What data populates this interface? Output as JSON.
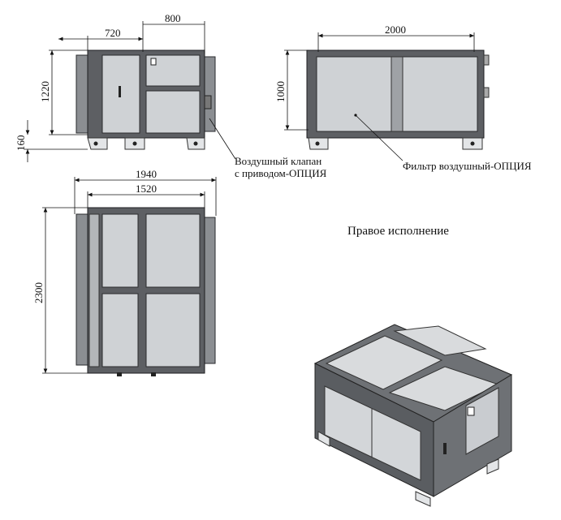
{
  "dimensions": {
    "front_width_outer": "800",
    "front_width_inner": "720",
    "front_height": "1220",
    "feet_height": "160",
    "top_length": "2000",
    "top_height": "1000",
    "plan_width_outer": "1940",
    "plan_width_inner": "1520",
    "plan_height": "2300"
  },
  "labels": {
    "damper_line1": "Воздушный клапан",
    "damper_line2": "с приводом-ОПЦИЯ",
    "filter": "Фильтр воздушный-ОПЦИЯ",
    "right_version": "Правое исполнение"
  },
  "colors": {
    "frame": "#5d5f63",
    "panel": "#cfd2d5",
    "duct": "#8b8e92"
  }
}
